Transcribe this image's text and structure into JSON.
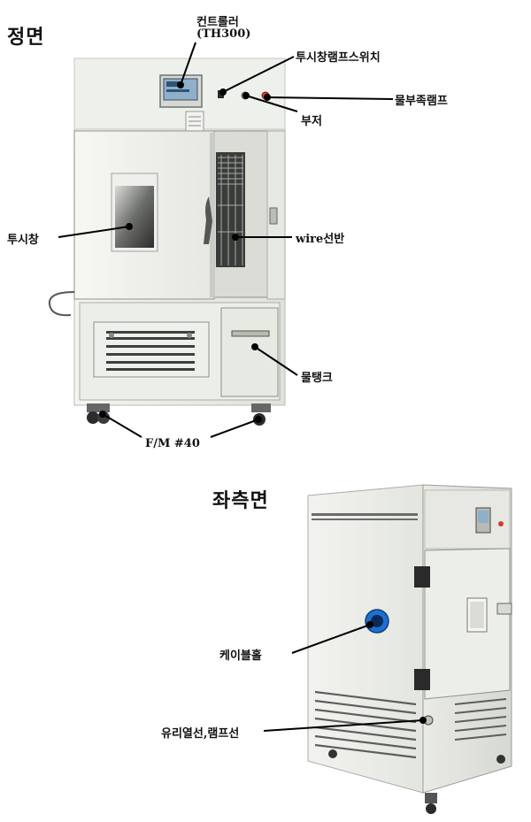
{
  "front": {
    "title": "정면",
    "labels": {
      "controller": "컨트롤러",
      "controller_model": "(TH300)",
      "lamp_switch": "투시창램프스위치",
      "water_low_lamp": "물부족램프",
      "buzzer": "부저",
      "view_window": "투시창",
      "wire_shelf": "wire선반",
      "water_tank": "물탱크",
      "casters": "F/M #40"
    }
  },
  "side": {
    "title": "좌측면",
    "labels": {
      "cable_hole": "케이블홀",
      "glass_heater_lamp_wire": "유리열선,램프선"
    }
  },
  "colors": {
    "cabinet": "#eceeea",
    "cabinet_shadow": "#c9ccc6",
    "panel_line": "#8e918a",
    "leader": "#000000",
    "screen": "#8fb0c8",
    "cable_ring": "#1e6fd0"
  }
}
